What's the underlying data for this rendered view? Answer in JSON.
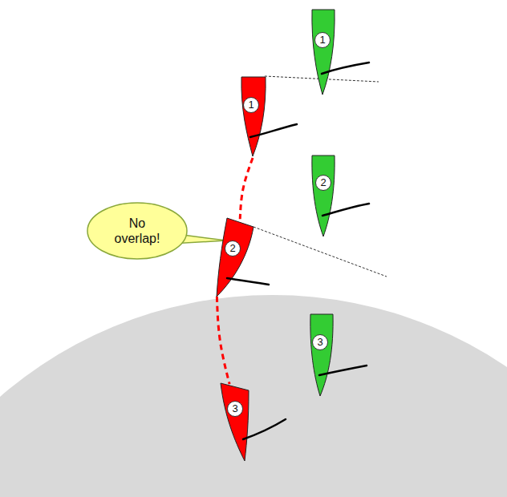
{
  "diagram": {
    "nodes": [
      {
        "text": [
          "1"
        ]
      },
      {
        "text": [
          "1"
        ]
      },
      {
        "text": [
          "2"
        ]
      },
      {
        "text": [
          "No overlap!"
        ]
      },
      {
        "text": [
          "2"
        ]
      },
      {
        "text": [
          "3"
        ]
      },
      {
        "text": [
          "3"
        ]
      }
    ],
    "edges": [
      {
        "from": 1,
        "to": 4,
        "arrow": "none"
      },
      {
        "from": 4,
        "to": 6,
        "arrow": "none"
      }
    ]
  }
}
